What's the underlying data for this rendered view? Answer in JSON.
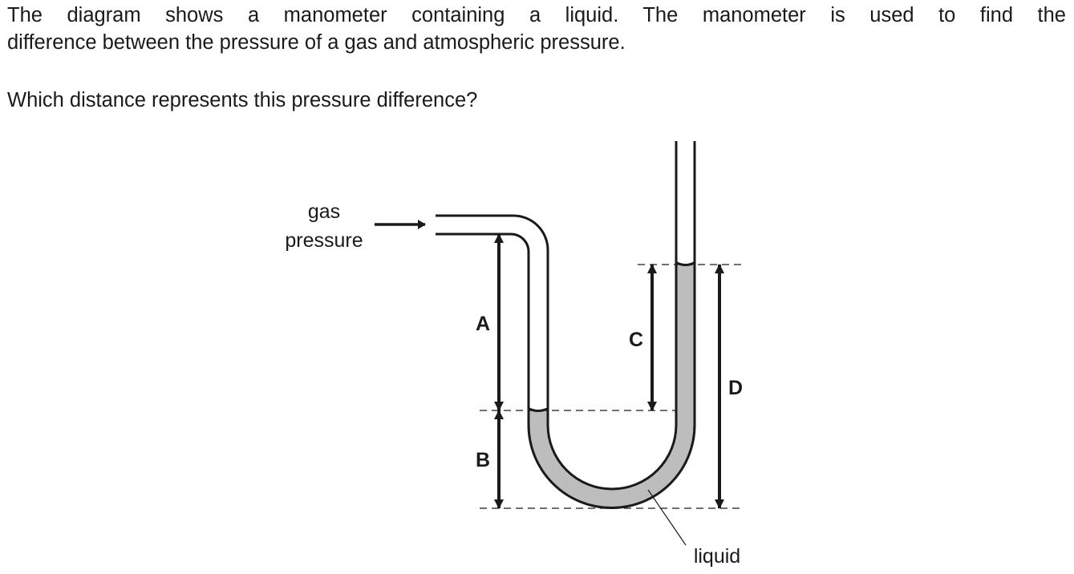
{
  "question": {
    "line1": "The diagram shows a manometer containing a liquid. The manometer is used to find the",
    "line2": "difference between the pressure of a gas and atmospheric pressure.",
    "prompt": "Which distance represents this pressure difference?"
  },
  "diagram": {
    "gas_label_line1": "gas",
    "gas_label_line2": "pressure",
    "liquid_label": "liquid",
    "distance_labels": {
      "A": "A",
      "B": "B",
      "C": "C",
      "D": "D"
    },
    "colors": {
      "liquid": "#bdbdbd",
      "stroke": "#1a1a1a"
    }
  }
}
